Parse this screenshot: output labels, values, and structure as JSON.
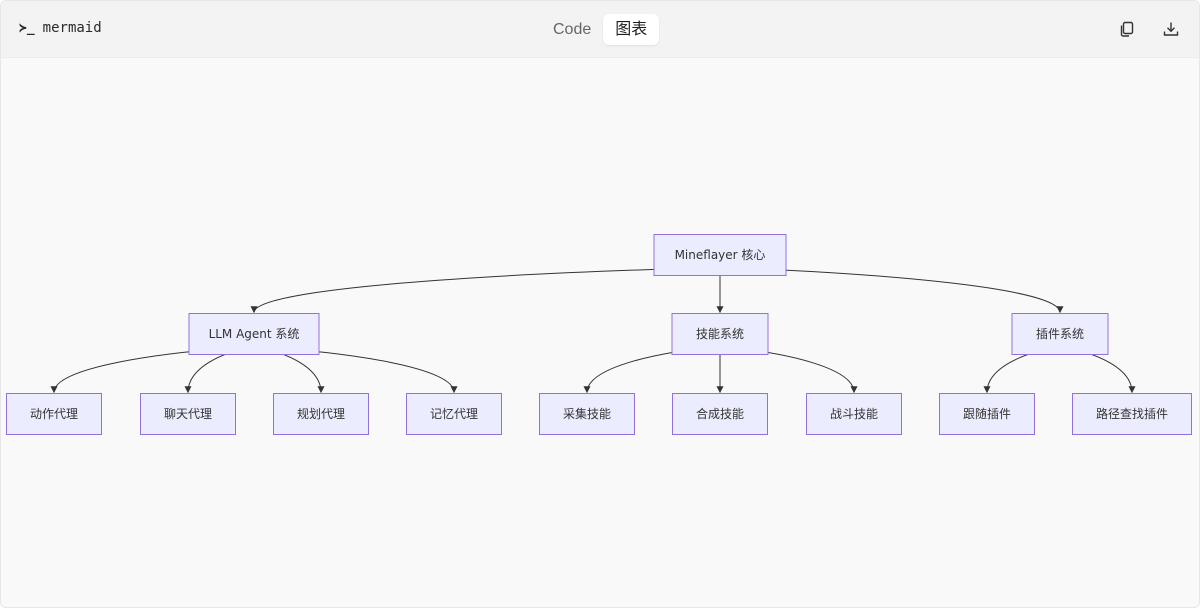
{
  "header": {
    "prompt_symbol": "≻_",
    "language": "mermaid",
    "tabs": [
      {
        "label": "Code",
        "active": false
      },
      {
        "label": "图表",
        "active": true
      }
    ],
    "tools": [
      {
        "name": "copy-icon"
      },
      {
        "name": "download-icon"
      }
    ]
  },
  "diagram": {
    "type": "flowchart",
    "direction": "TD",
    "node_fill": "#ECECFF",
    "node_stroke": "#9370DB",
    "edge_color": "#333333",
    "nodes": [
      {
        "id": "core",
        "label": "Mineflayer 核心"
      },
      {
        "id": "llm",
        "label": "LLM Agent 系统"
      },
      {
        "id": "skill",
        "label": "技能系统"
      },
      {
        "id": "plugin",
        "label": "插件系统"
      },
      {
        "id": "act",
        "label": "动作代理"
      },
      {
        "id": "chat",
        "label": "聊天代理"
      },
      {
        "id": "plan",
        "label": "规划代理"
      },
      {
        "id": "mem",
        "label": "记忆代理"
      },
      {
        "id": "collect",
        "label": "采集技能"
      },
      {
        "id": "craft",
        "label": "合成技能"
      },
      {
        "id": "fight",
        "label": "战斗技能"
      },
      {
        "id": "follow",
        "label": "跟随插件"
      },
      {
        "id": "path",
        "label": "路径查找插件"
      }
    ],
    "edges": [
      {
        "from": "core",
        "to": "llm"
      },
      {
        "from": "core",
        "to": "skill"
      },
      {
        "from": "core",
        "to": "plugin"
      },
      {
        "from": "llm",
        "to": "act"
      },
      {
        "from": "llm",
        "to": "chat"
      },
      {
        "from": "llm",
        "to": "plan"
      },
      {
        "from": "llm",
        "to": "mem"
      },
      {
        "from": "skill",
        "to": "collect"
      },
      {
        "from": "skill",
        "to": "craft"
      },
      {
        "from": "skill",
        "to": "fight"
      },
      {
        "from": "plugin",
        "to": "follow"
      },
      {
        "from": "plugin",
        "to": "path"
      }
    ]
  }
}
